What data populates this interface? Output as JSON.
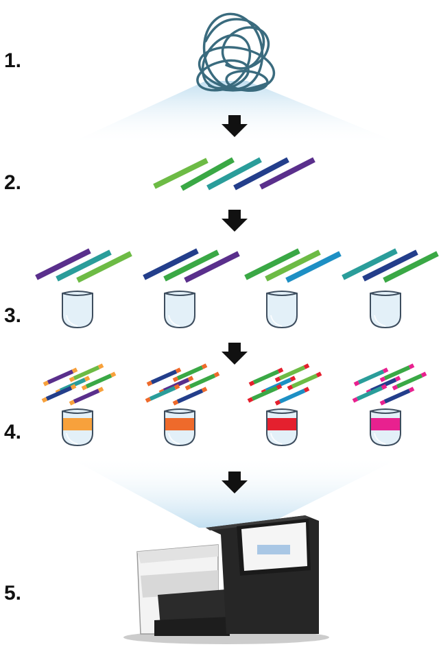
{
  "steps": [
    {
      "number": "1."
    },
    {
      "number": "2."
    },
    {
      "number": "3."
    },
    {
      "number": "4."
    },
    {
      "number": "5."
    }
  ],
  "colors": {
    "dna": "#3a6b7e",
    "purple": "#5a2f8c",
    "teal": "#2a9d9a",
    "green": "#3aa845",
    "lime": "#6dbb45",
    "navy": "#233e8b",
    "cyan": "#1d8fc4",
    "tube_fill": "#e3f0f8",
    "tube_stroke": "#3d4d5e",
    "band_orange": "#f7a13c",
    "band_dark_orange": "#ee6a2b",
    "band_red": "#e4202e",
    "band_pink": "#e8218f",
    "arrow": "#111111",
    "glow": "#cfe6f4",
    "sequencer_dark": "#232323",
    "sequencer_light": "#f0f0f0",
    "screen": "#a9c7e5"
  },
  "icons": [
    "dna-coil-icon",
    "arrow-down-icon",
    "dna-fragment-icon",
    "sample-tube-icon",
    "sequencer-instrument-icon"
  ]
}
